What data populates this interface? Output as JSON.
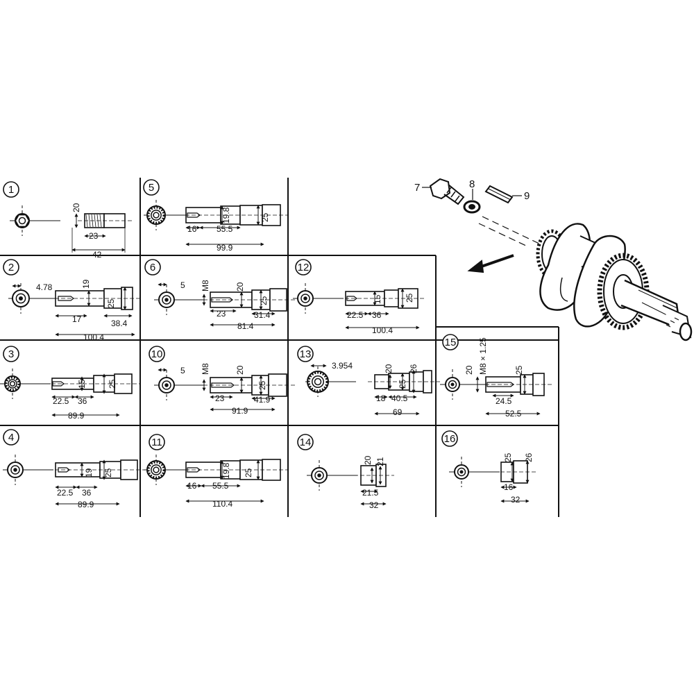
{
  "callouts": {
    "bolt": "7",
    "washer": "8",
    "key": "9"
  },
  "panels": [
    {
      "id": "1",
      "dims": [
        "20",
        "23",
        "42"
      ]
    },
    {
      "id": "2",
      "dims": [
        "4.78",
        "19",
        "25",
        "17",
        "38.4",
        "100.4"
      ]
    },
    {
      "id": "3",
      "dims": [
        "15",
        "25",
        "22.5",
        "36",
        "89.9"
      ]
    },
    {
      "id": "4",
      "dims": [
        "19",
        "25",
        "22.5",
        "36",
        "89.9"
      ]
    },
    {
      "id": "5",
      "dims": [
        "19.8",
        "25",
        "16",
        "55.5",
        "99.9"
      ]
    },
    {
      "id": "6",
      "dims": [
        "5",
        "M8",
        "20",
        "25",
        "23",
        "31.4",
        "81.4"
      ]
    },
    {
      "id": "10",
      "dims": [
        "5",
        "M8",
        "20",
        "25",
        "23",
        "41.9",
        "91.9"
      ]
    },
    {
      "id": "11",
      "dims": [
        "19.8",
        "25",
        "16",
        "55.5",
        "110.4"
      ]
    },
    {
      "id": "12",
      "dims": [
        "15",
        "25",
        "22.5",
        "36",
        "100.4"
      ]
    },
    {
      "id": "13",
      "dims": [
        "3.954",
        "20",
        "26",
        "25",
        "18",
        "40.5",
        "69"
      ]
    },
    {
      "id": "14",
      "dims": [
        "20",
        "21",
        "21.5",
        "32"
      ]
    },
    {
      "id": "15",
      "dims": [
        "M8 × 1.25",
        "20",
        "25",
        "24.5",
        "52.5"
      ]
    },
    {
      "id": "16",
      "dims": [
        "25",
        "26",
        "16",
        "32"
      ]
    }
  ]
}
